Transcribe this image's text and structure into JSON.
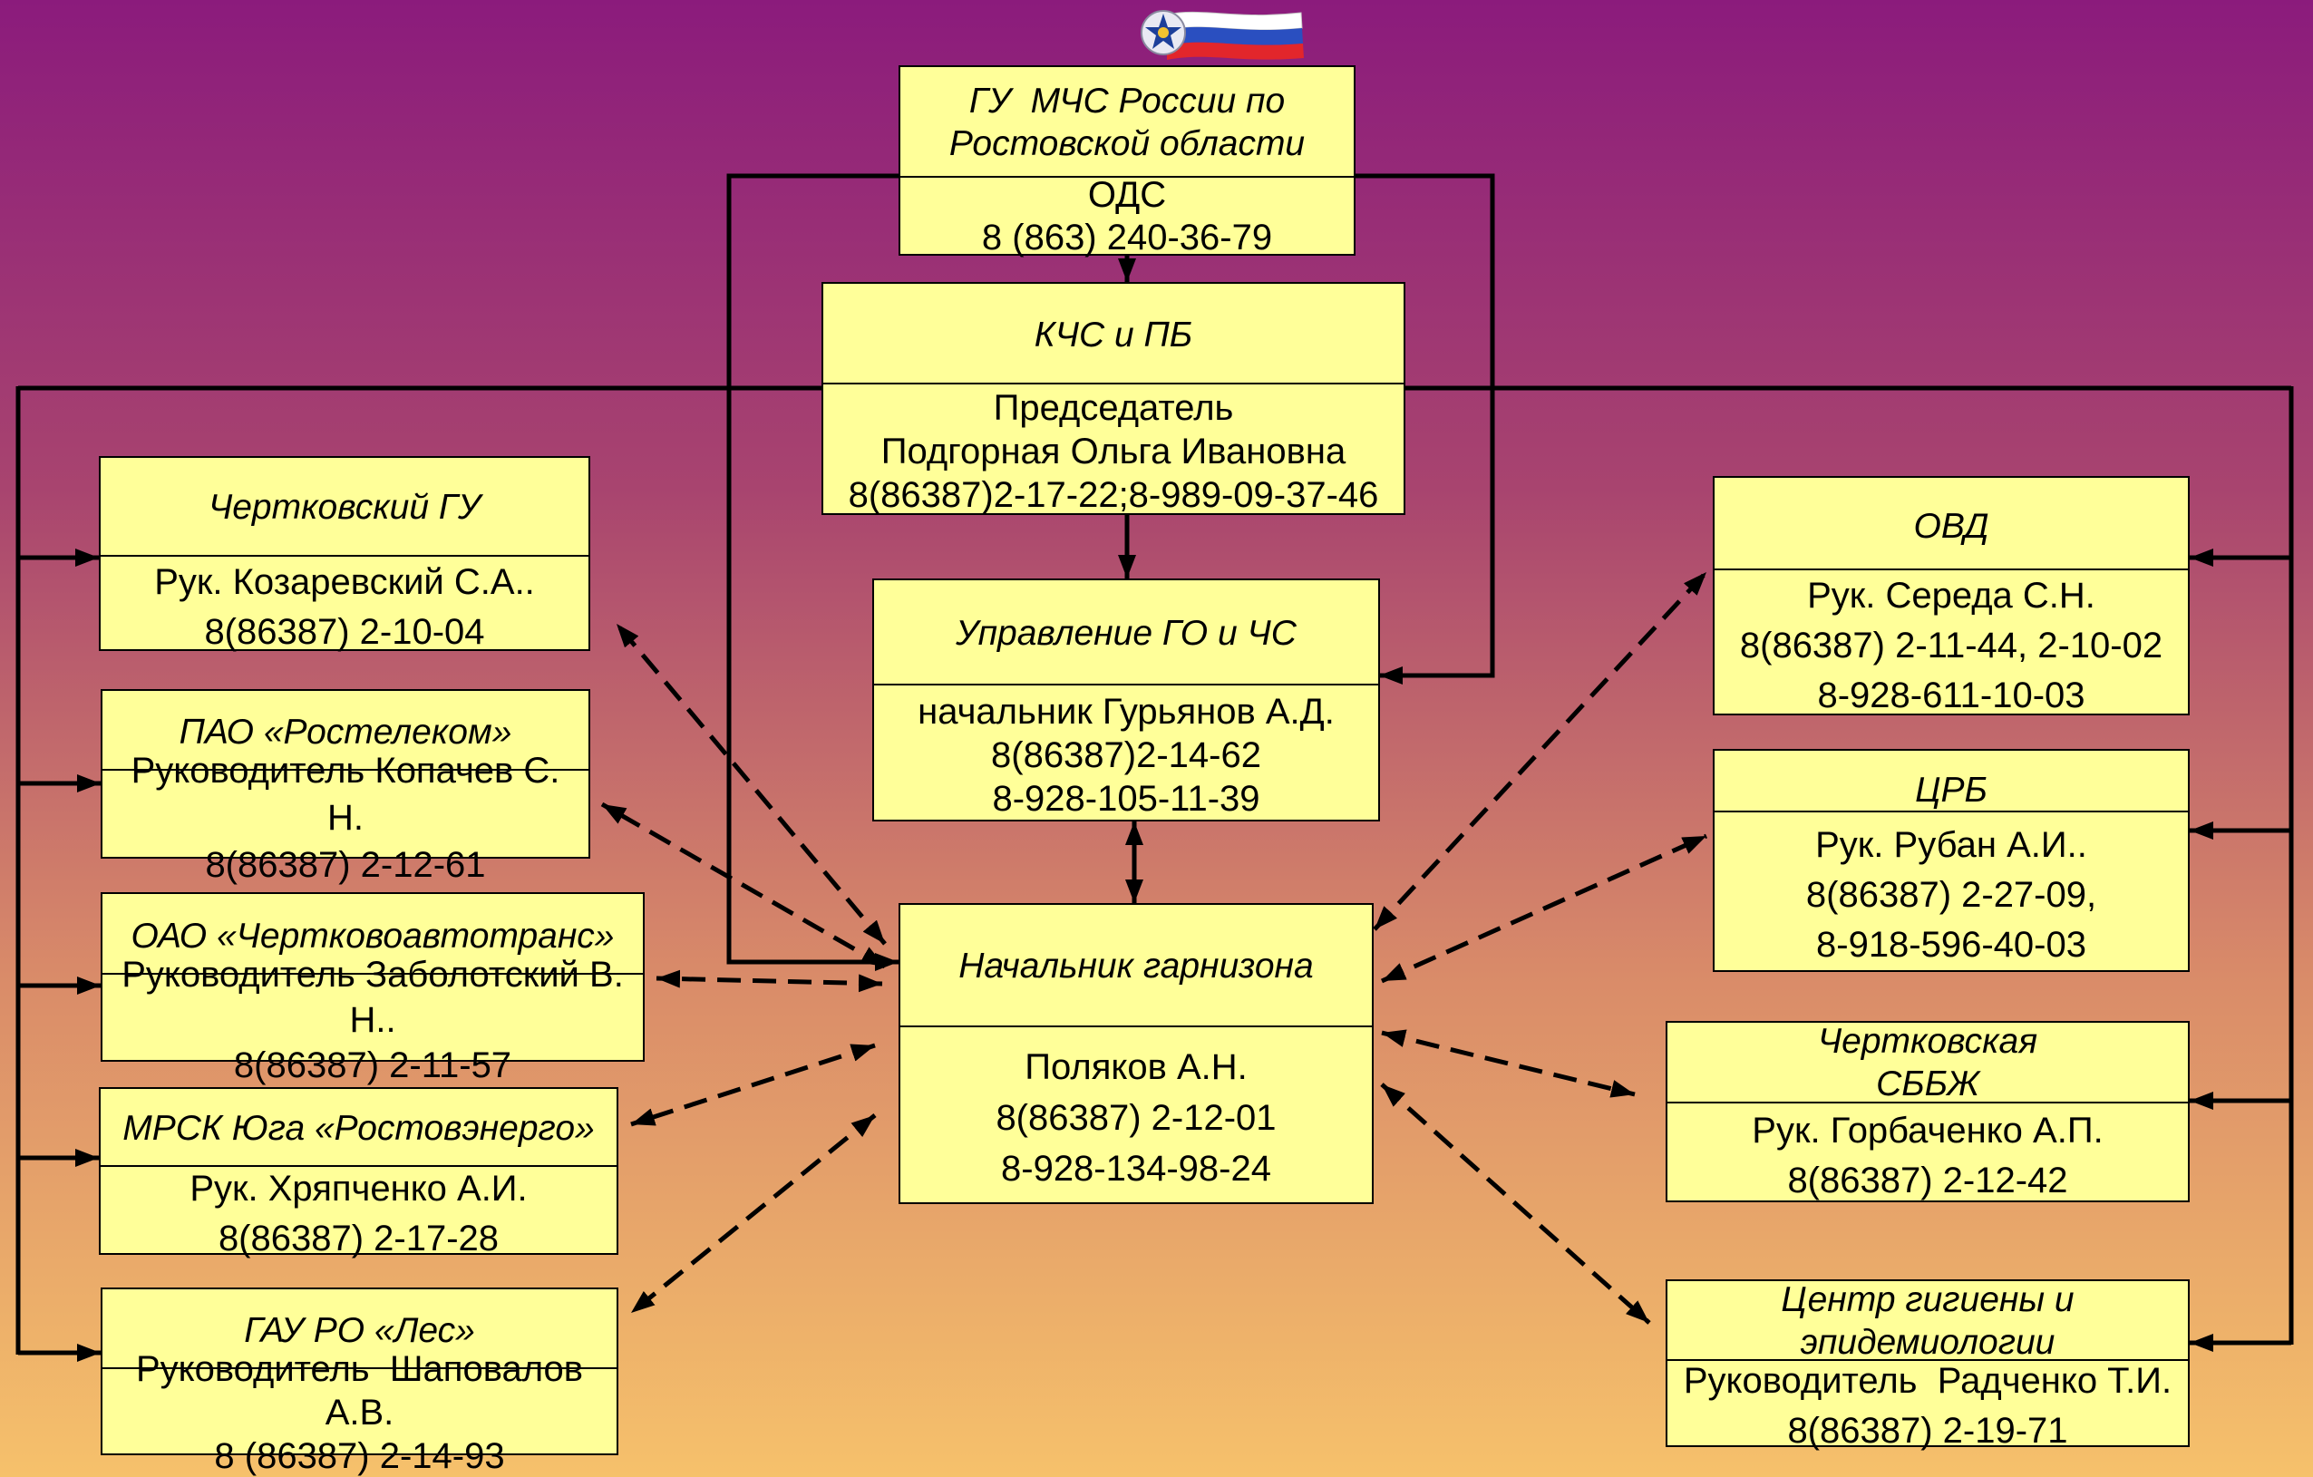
{
  "org_chart": {
    "hq": {
      "title": [
        "ГУ  МЧС России по",
        "Ростовской области"
      ],
      "body": [
        "ОДС",
        "8 (863) 240-36-79"
      ]
    },
    "kchs": {
      "title": [
        "КЧС и ПБ"
      ],
      "body": [
        "Председатель",
        "Подгорная Ольга Ивановна",
        "8(86387)2-17-22;8-989-09-37-46"
      ]
    },
    "go_chs": {
      "title": [
        "Управление ГО и ЧС"
      ],
      "body": [
        "начальник Гурьянов А.Д.",
        "8(86387)2-14-62",
        "8-928-105-11-39"
      ]
    },
    "garrison": {
      "title": [
        "Начальник гарнизона"
      ],
      "body": [
        "Поляков А.Н.",
        "8(86387) 2-12-01",
        "8-928-134-98-24"
      ]
    },
    "left_units": [
      {
        "title": [
          "Чертковский ГУ"
        ],
        "body": [
          "Рук. Козаревский С.А..",
          "8(86387) 2-10-04"
        ]
      },
      {
        "title": [
          "ПАО «Ростелеком»"
        ],
        "body": [
          "Руководитель Копачев С.",
          "Н.",
          "8(86387) 2-12-61"
        ]
      },
      {
        "title": [
          "ОАО «Чертковоавтотранс»"
        ],
        "body": [
          "Руководитель Заболотский В.",
          "Н..",
          "8(86387) 2-11-57"
        ]
      },
      {
        "title": [
          "МРСК Юга «Ростовэнерго»"
        ],
        "body": [
          "Рук. Хряпченко А.И.",
          "8(86387) 2-17-28"
        ]
      },
      {
        "title": [
          "ГАУ РО «Лес»"
        ],
        "body": [
          "Руководитель  Шаповалов",
          "А.В.",
          "8 (86387) 2-14-93"
        ]
      }
    ],
    "right_units": [
      {
        "title": [
          "ОВД"
        ],
        "body": [
          "Рук. Середа С.Н.",
          "8(86387) 2-11-44, 2-10-02",
          "8-928-611-10-03"
        ]
      },
      {
        "title": [
          "ЦРБ"
        ],
        "body": [
          "Рук. Рубан А.И..",
          "8(86387) 2-27-09,",
          "8-918-596-40-03"
        ]
      },
      {
        "title": [
          "Чертковская",
          "СББЖ"
        ],
        "body": [
          "Рук. Горбаченко А.П.",
          "8(86387) 2-12-42"
        ]
      },
      {
        "title": [
          "Центр гигиены и",
          "эпидемиологии"
        ],
        "body": [
          "Руководитель  Радченко Т.И.",
          "8(86387) 2-19-71"
        ]
      }
    ]
  },
  "colors": {
    "box_fill": "#ffff99",
    "line": "#000000",
    "background_gradient": [
      "#8b1b7c",
      "#a8446f",
      "#d98b69",
      "#f6c16b"
    ]
  },
  "icons": {
    "top_emblem": "russian-flag-mchs-emblem"
  }
}
